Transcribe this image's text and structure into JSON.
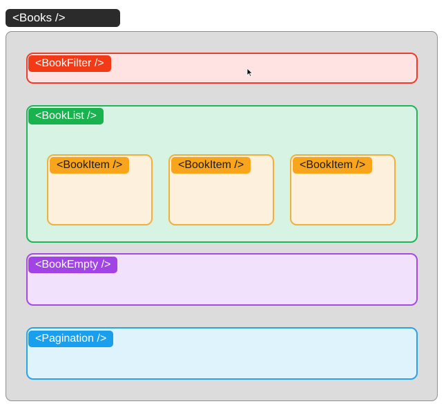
{
  "root": {
    "label": "<Books />"
  },
  "components": {
    "filter": {
      "label": "<BookFilter />",
      "color": "#f23a16"
    },
    "list": {
      "label": "<BookList />",
      "color": "#19b24f",
      "items": [
        {
          "label": "<BookItem />"
        },
        {
          "label": "<BookItem />"
        },
        {
          "label": "<BookItem />"
        }
      ],
      "item_color": "#f8a41c"
    },
    "empty": {
      "label": "<BookEmpty />",
      "color": "#a243e6"
    },
    "pagination": {
      "label": "<Pagination />",
      "color": "#1a9fec"
    }
  },
  "icons": {
    "cursor": "mouse-pointer-icon"
  }
}
